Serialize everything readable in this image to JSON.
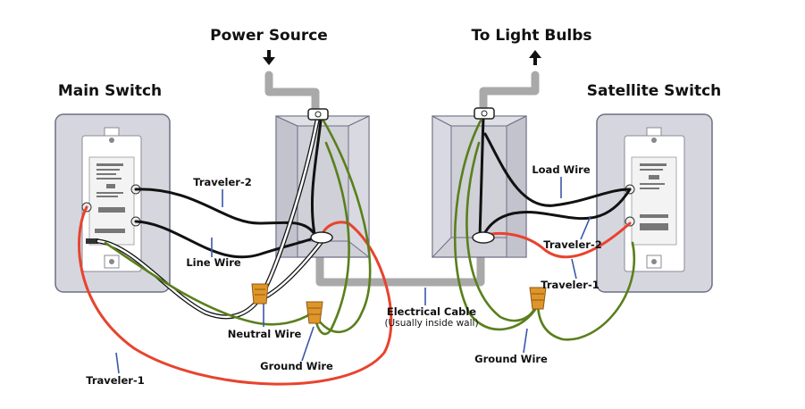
{
  "headings": {
    "power_source": "Power Source",
    "to_light_bulbs": "To Light Bulbs",
    "main_switch": "Main Switch",
    "satellite_switch": "Satellite Switch"
  },
  "labels": {
    "traveler_2_left": "Traveler-2",
    "line_wire": "Line Wire",
    "neutral_wire": "Neutral Wire",
    "ground_wire_left": "Ground Wire",
    "traveler_1_left": "Traveler-1",
    "electrical_cable": "Electrical Cable",
    "electrical_cable_note": "(Usually inside wall)",
    "load_wire": "Load Wire",
    "traveler_2_right": "Traveler-2",
    "traveler_1_right": "Traveler-1",
    "ground_wire_right": "Ground Wire"
  },
  "colors": {
    "wire_black": "#111111",
    "wire_red": "#e8432e",
    "wire_green": "#5a7f1c",
    "wire_white": "#ffffff",
    "conduit_gray": "#a9a9a9",
    "box_fill": "#cfd0d8",
    "plate_fill": "#d6d6de",
    "wire_nut_orange": "#e0952a",
    "leader_blue": "#3a57a8"
  }
}
